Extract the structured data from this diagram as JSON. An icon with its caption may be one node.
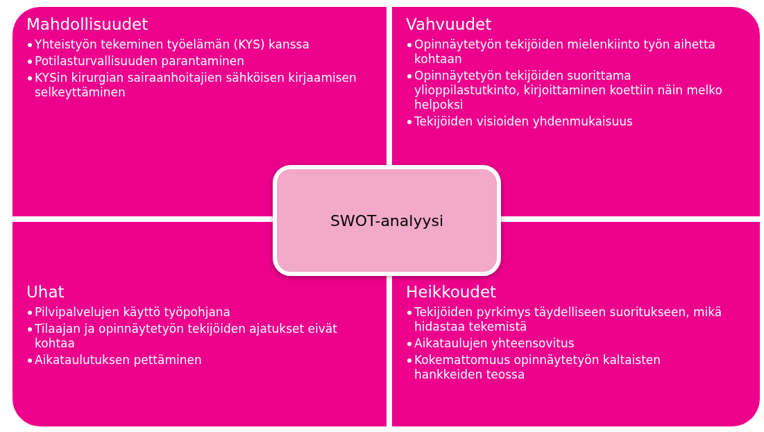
{
  "diagram": {
    "nodes": [
      {
        "text": [
          "Mahdollisuudet",
          "Yhteistyön tekeminen työelämän (KYS) kanssa",
          "Potilasturvallisuuden parantaminen",
          "KYSin kirurgian sairaanhoitajien sähköisen kirjaamisen selkeyttäminen"
        ]
      },
      {
        "text": [
          "Vahvuudet",
          "Opinnäytetyön tekijöiden mielenkiinto työn aihetta kohtaan",
          "Opinnäytetyön tekijöiden suorittama ylioppilastutkinto, kirjoittaminen koettiin näin melko helpoksi",
          "Tekijöiden visioiden yhdenmukaisuus"
        ]
      },
      {
        "text": [
          "Uhat",
          "Pilvipalvelujen käyttö työpohjana",
          "Tilaajan ja opinnäytetyön tekijöiden ajatukset eivät kohtaa",
          "Aikataulutuksen pettäminen"
        ]
      },
      {
        "text": [
          "Heikkoudet",
          "Tekijöiden pyrkimys täydelliseen suoritukseen, mikä hidastaa tekemistä",
          "Aikataulujen yhteensovitus",
          "Kokemattomuus opinnäytetyön kaltaisten hankkeiden teossa"
        ]
      },
      {
        "text": [
          "SWOT-analyysi"
        ]
      }
    ],
    "edges": []
  }
}
